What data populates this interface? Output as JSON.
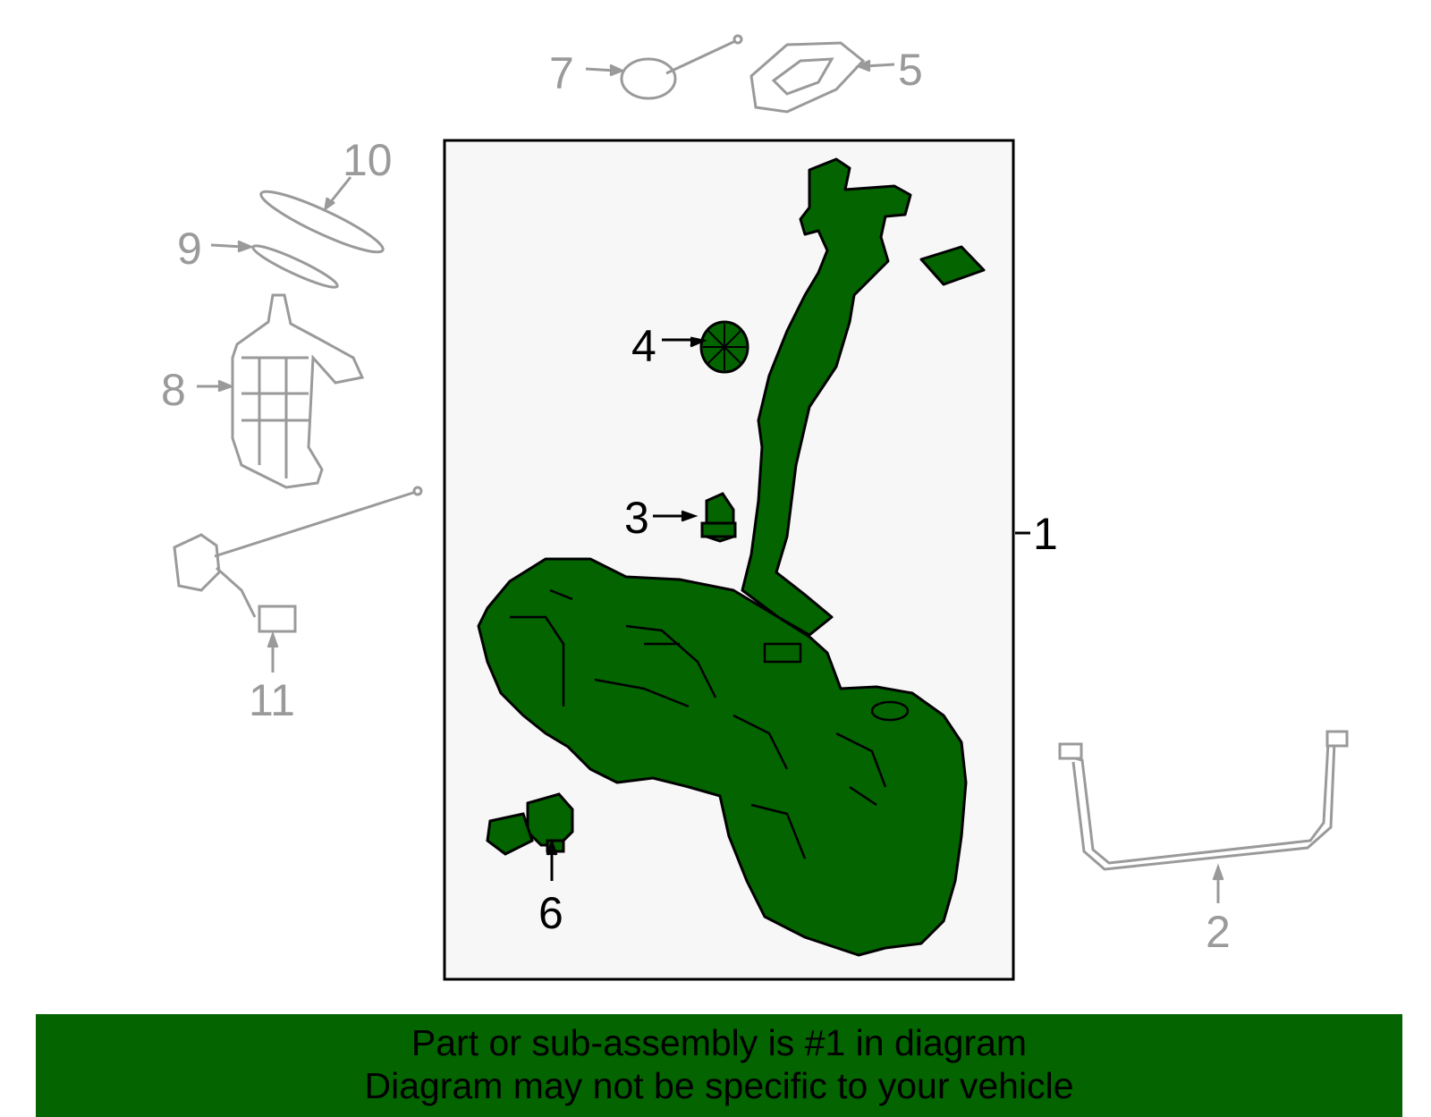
{
  "callouts": {
    "c1": "1",
    "c2": "2",
    "c3": "3",
    "c4": "4",
    "c5": "5",
    "c6": "6",
    "c7": "7",
    "c8": "8",
    "c9": "9",
    "c10": "10",
    "c11": "11"
  },
  "footer": {
    "line1": "Part or sub-assembly is #1 in diagram",
    "line2": "Diagram may not be specific to your vehicle"
  },
  "colors": {
    "highlight": "#036400",
    "context_parts": "#9a9a9a",
    "frame": "#000000",
    "frame_bg": "#f7f7f7"
  }
}
